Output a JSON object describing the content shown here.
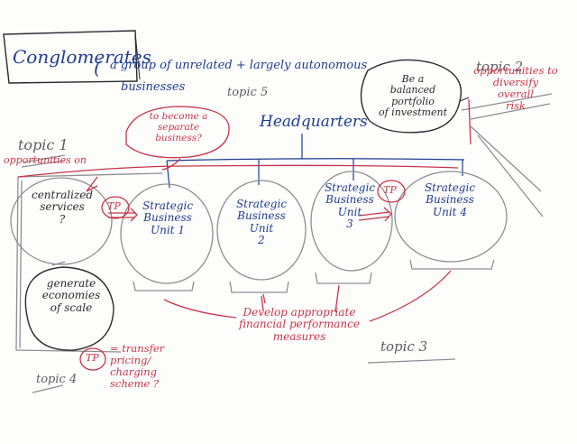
{
  "title": "Conglomerates",
  "definition": {
    "line1": "a group of unrelated + largely autonomous",
    "line2": "businesses"
  },
  "headquarters": "Headquarters",
  "units": [
    {
      "line1": "Strategic",
      "line2": "Business",
      "line3": "Unit",
      "num": "1"
    },
    {
      "line1": "Strategic",
      "line2": "Business",
      "line3": "Unit",
      "num": "2"
    },
    {
      "line1": "Strategic",
      "line2": "Business",
      "line3": "Unit",
      "num": "3"
    },
    {
      "line1": "Strategic",
      "line2": "Business",
      "line3": "Unit",
      "num": "4"
    }
  ],
  "topics": {
    "t1": "topic 1",
    "t2": "topic 2",
    "t3": "topic 3",
    "t4": "topic 4",
    "t5": "topic 5"
  },
  "notes": {
    "become_separate": "to become a\nseparate\nbusiness?",
    "opportunities_centralized": "opportunities on",
    "centralized_services": "centralized\nservices\n?",
    "economies_of_scale": "generate\neconomies\nof scale",
    "balanced_portfolio": "Be a\nbalanced\nportfolio\nof investment",
    "diversify_risk": "opportunities to\ndiversify\noverall\nrisk",
    "performance_measures": "Develop appropriate\nfinancial performance\nmeasures",
    "tp_badge": "TP",
    "tp_definition": "= transfer\npricing/\ncharging\nscheme ?"
  },
  "colors": {
    "blue_ink": "#1f3b8f",
    "red_ink": "#c8344a",
    "pencil": "#8e8e92"
  }
}
